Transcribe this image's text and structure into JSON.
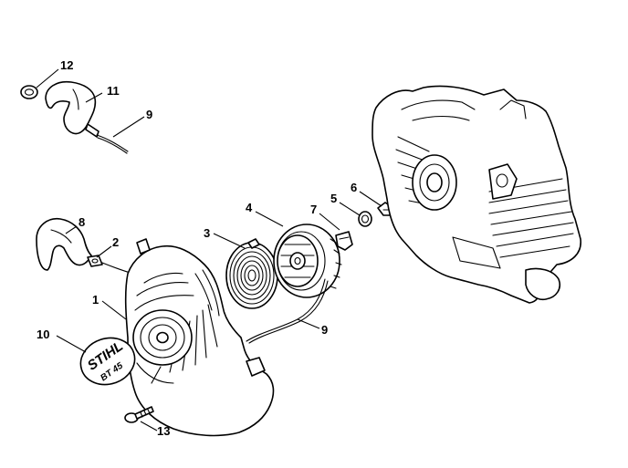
{
  "callouts": {
    "c1": "1",
    "c2": "2",
    "c3": "3",
    "c4": "4",
    "c5": "5",
    "c6": "6",
    "c7": "7",
    "c8": "8",
    "c9_top": "9",
    "c9_bottom": "9",
    "c10": "10",
    "c11": "11",
    "c12": "12",
    "c13": "13"
  },
  "badge": {
    "brand": "STIHL",
    "model": "BT 45"
  }
}
